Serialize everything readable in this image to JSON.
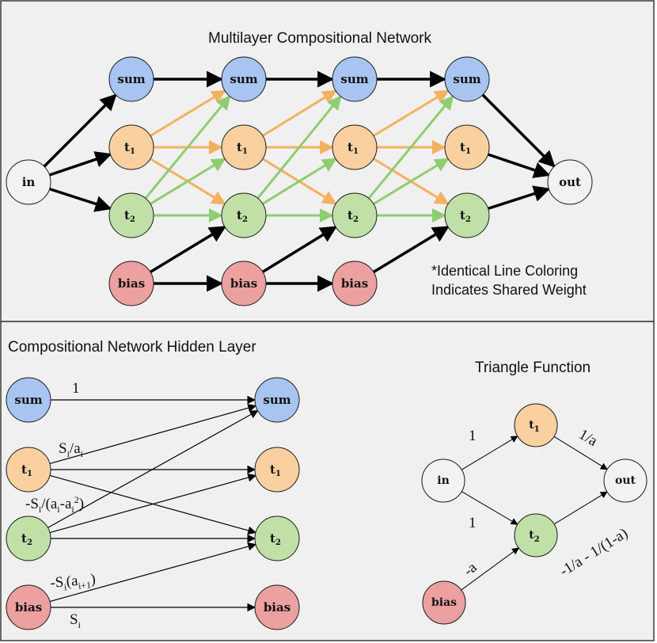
{
  "colors": {
    "sum": "#a8c4f0",
    "t": "#fbd0a0",
    "t2": "#c0e0a8",
    "bias": "#eca0a0",
    "io": "#f2f2f2",
    "orange_edge": "#f5b060",
    "green_edge": "#90cc70",
    "black_edge": "#000000"
  },
  "top": {
    "title": "Multilayer Compositional Network",
    "note_line1": "*Identical Line Coloring",
    "note_line2": "Indicates Shared Weight",
    "labels": {
      "in": "in",
      "out": "out",
      "sum": "sum",
      "t": "t",
      "sub1": "1",
      "sub2": "2",
      "bias": "bias"
    }
  },
  "bottom_left": {
    "title": "Compositional Network Hidden Layer",
    "w_sum": "1",
    "w_t1_base": "S",
    "w_t1_sub1": "i",
    "w_t1_mid": "/a",
    "w_t1_sub2": "i",
    "w_t2_full": "-Sᵢ/(aᵢ-aᵢ²)",
    "w_t2_p1": "-S",
    "w_t2_s1": "i",
    "w_t2_p2": "/(a",
    "w_t2_s2": "i",
    "w_t2_p3": "-a",
    "w_t2_s3": "i",
    "w_t2_sup": "2",
    "w_t2_p4": ")",
    "w_bias1_p1": "-S",
    "w_bias1_s1": "i",
    "w_bias1_p2": "(a",
    "w_bias1_s2": "i+1",
    "w_bias1_p3": ")",
    "w_bias2_p1": "S",
    "w_bias2_s1": "i"
  },
  "bottom_right": {
    "title": "Triangle Function",
    "w_in_t1": "1",
    "w_in_t2": "1",
    "w_t1_out": "1/a",
    "w_t2_out": "-1/a - 1/(1-a)",
    "w_bias_t2": "-a"
  }
}
